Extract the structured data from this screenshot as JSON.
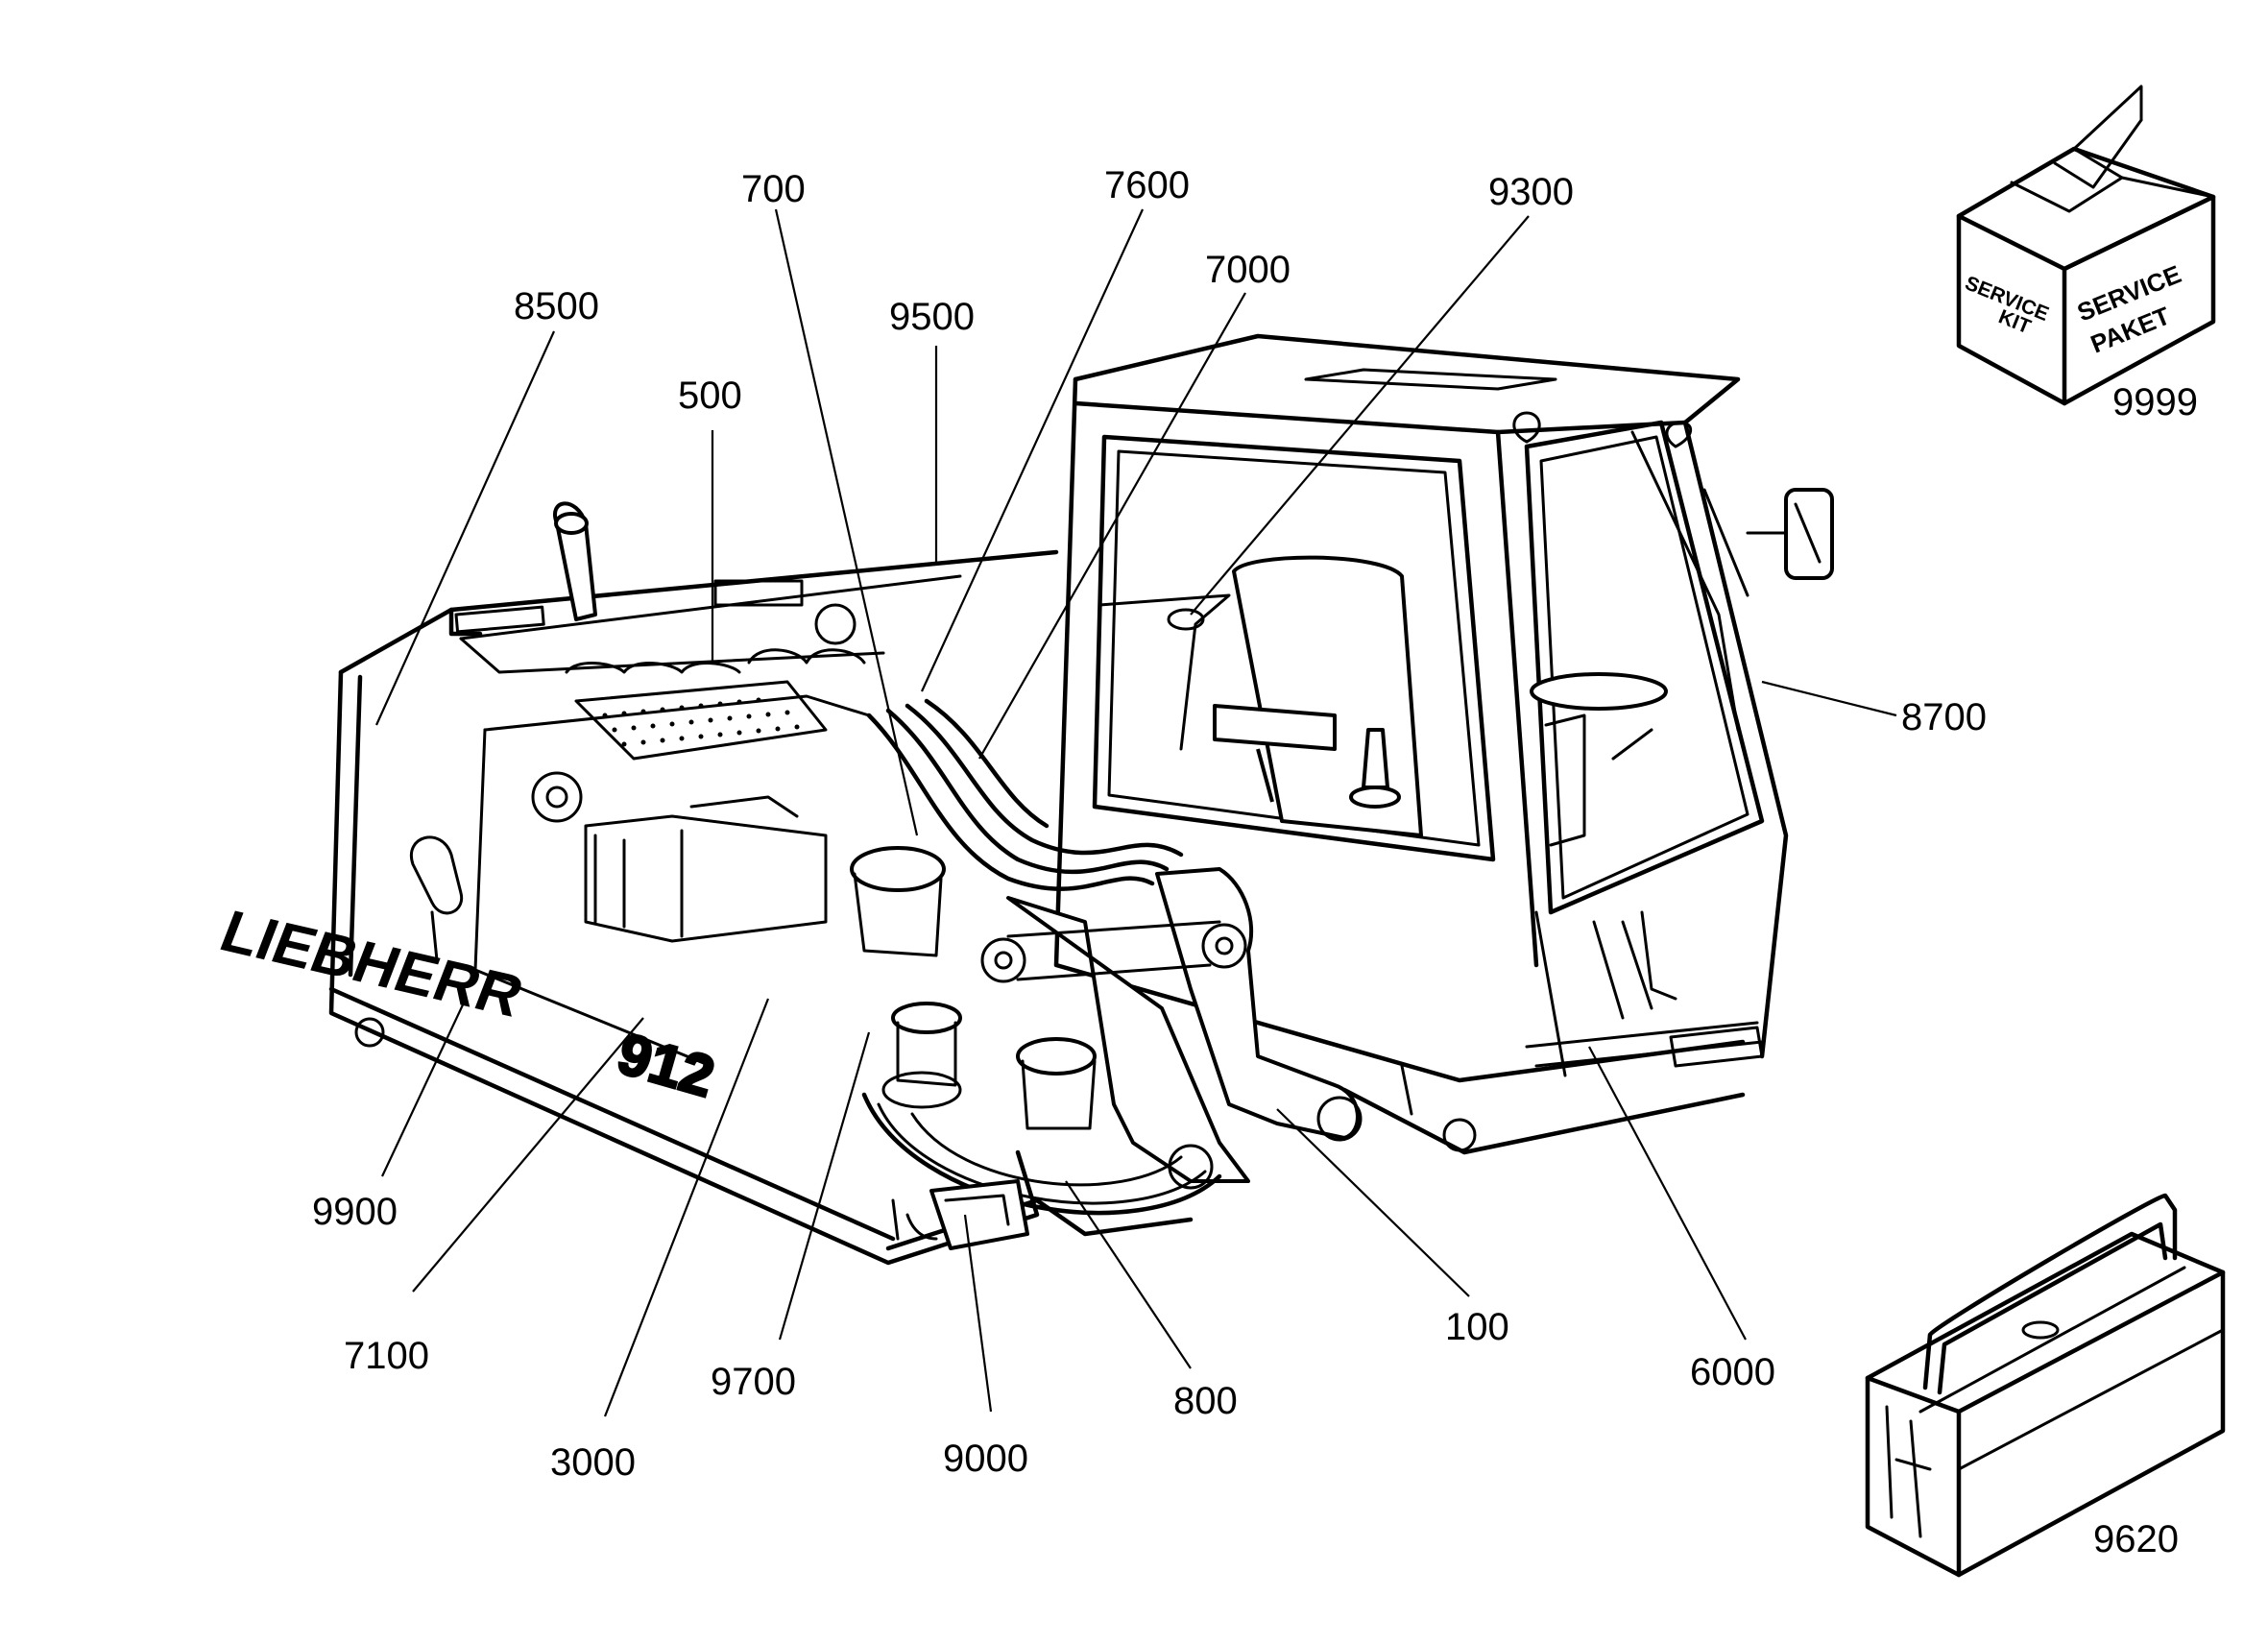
{
  "diagram": {
    "part_numbers": [
      "700",
      "7600",
      "9300",
      "7000",
      "8500",
      "9500",
      "500",
      "9999",
      "8700",
      "9900",
      "7100",
      "3000",
      "9700",
      "9000",
      "800",
      "100",
      "6000",
      "9620"
    ],
    "machine_logo": "LIEBHERR",
    "machine_model": "912",
    "service_box": {
      "left_face_line1": "SERVICE",
      "left_face_line2": "KIT",
      "right_face_line1": "SERVICE",
      "right_face_line2": "PAKET"
    }
  }
}
